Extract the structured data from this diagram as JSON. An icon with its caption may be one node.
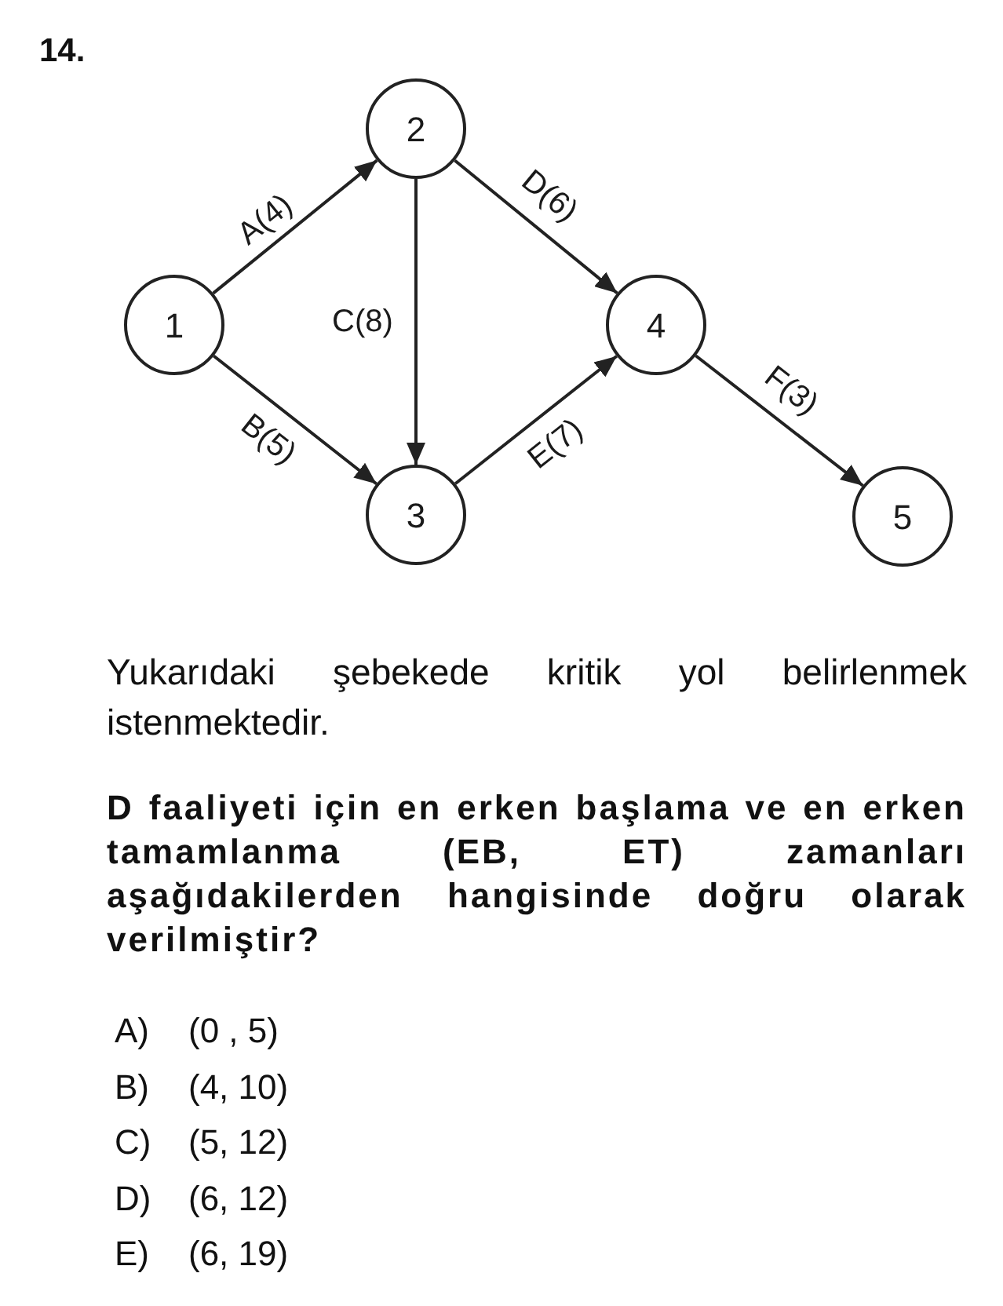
{
  "diagram": {
    "title": "14.",
    "nodes": [
      {
        "text": [
          "1"
        ]
      },
      {
        "text": [
          "2"
        ]
      },
      {
        "text": [
          "3"
        ]
      },
      {
        "text": [
          "4"
        ]
      },
      {
        "text": [
          "5"
        ]
      }
    ],
    "edges": [
      {
        "from": 0,
        "to": 1,
        "arrow": "to",
        "label": "A(4)"
      },
      {
        "from": 0,
        "to": 2,
        "arrow": "to",
        "label": "B(5)"
      },
      {
        "from": 1,
        "to": 2,
        "arrow": "to",
        "label": "C(8)"
      },
      {
        "from": 1,
        "to": 3,
        "arrow": "to",
        "label": "D(6)"
      },
      {
        "from": 2,
        "to": 3,
        "arrow": "to",
        "label": "E(7)"
      },
      {
        "from": 3,
        "to": 4,
        "arrow": "to",
        "label": "F(3)"
      }
    ],
    "labels": [
      "Yukarıdaki şebekede kritik yol belirlenmek istenmektedir.",
      "D faaliyeti için en erken başlama ve en erken tamamlanma (EB, ET) zamanları aşağıdakilerden hangisinde doğru olarak verilmiştir?",
      "A)",
      "(0 , 5)",
      "B)",
      "(4, 10)",
      "C)",
      "(5, 12)",
      "D)",
      "(6, 12)",
      "E)",
      "(6, 19)"
    ]
  }
}
